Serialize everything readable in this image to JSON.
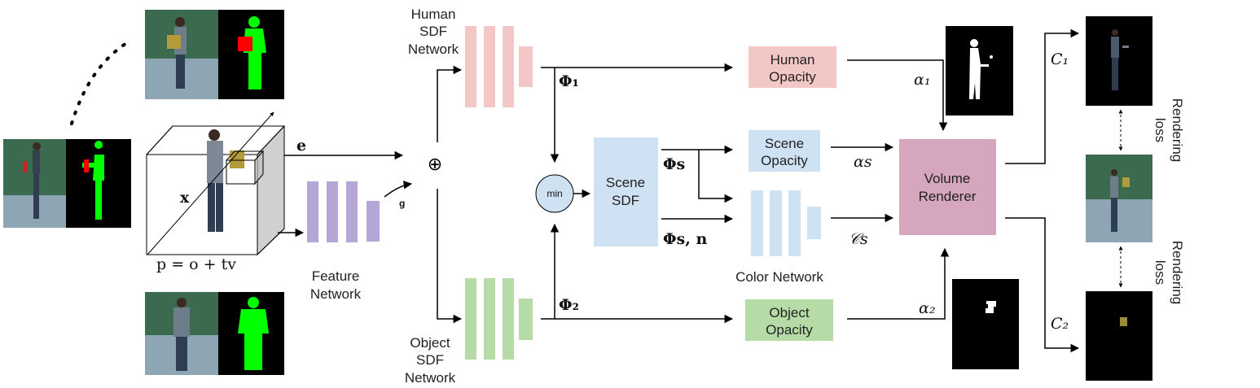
{
  "human_sdf_network": [
    "Human",
    "SDF",
    "Network"
  ],
  "object_sdf_network": [
    "Object",
    "SDF",
    "Network"
  ],
  "feature_network": [
    "Feature",
    "Network"
  ],
  "human_opacity": [
    "Human",
    "Opacity"
  ],
  "scene_opacity": [
    "Scene",
    "Opacity"
  ],
  "object_opacity": [
    "Object",
    "Opacity"
  ],
  "scene_sdf": [
    "Scene",
    "SDF"
  ],
  "volume_renderer": [
    "Volume",
    "Renderer"
  ],
  "color_network": "Color Network",
  "min_label": "min",
  "rendering_loss_top": [
    "Rendering",
    "loss"
  ],
  "rendering_loss_bottom": [
    "Rendering",
    "loss"
  ],
  "symbols": {
    "e": "e",
    "x": "x",
    "g": "g",
    "ray": "p = o + tv",
    "oplus": "⊕",
    "phi1": "Φ₁",
    "phi2": "Φ₂",
    "phis": "Φs",
    "phis_n": "Φs, n",
    "alpha1": "α₁",
    "alpha2": "α₂",
    "alphas": "αs",
    "cs": "𝒞s",
    "c1": "C₁",
    "c2": "C₂"
  },
  "colors": {
    "human_sdf": "#f4c7c7",
    "object_sdf": "#b6dba7",
    "feature": "#b4a7d6",
    "scene": "#cfe2f3",
    "volume": "#d5a6bd",
    "min_node": "#cfe2f3",
    "green_bg": "#3b6a4f",
    "mask_green": "#00ff00"
  }
}
